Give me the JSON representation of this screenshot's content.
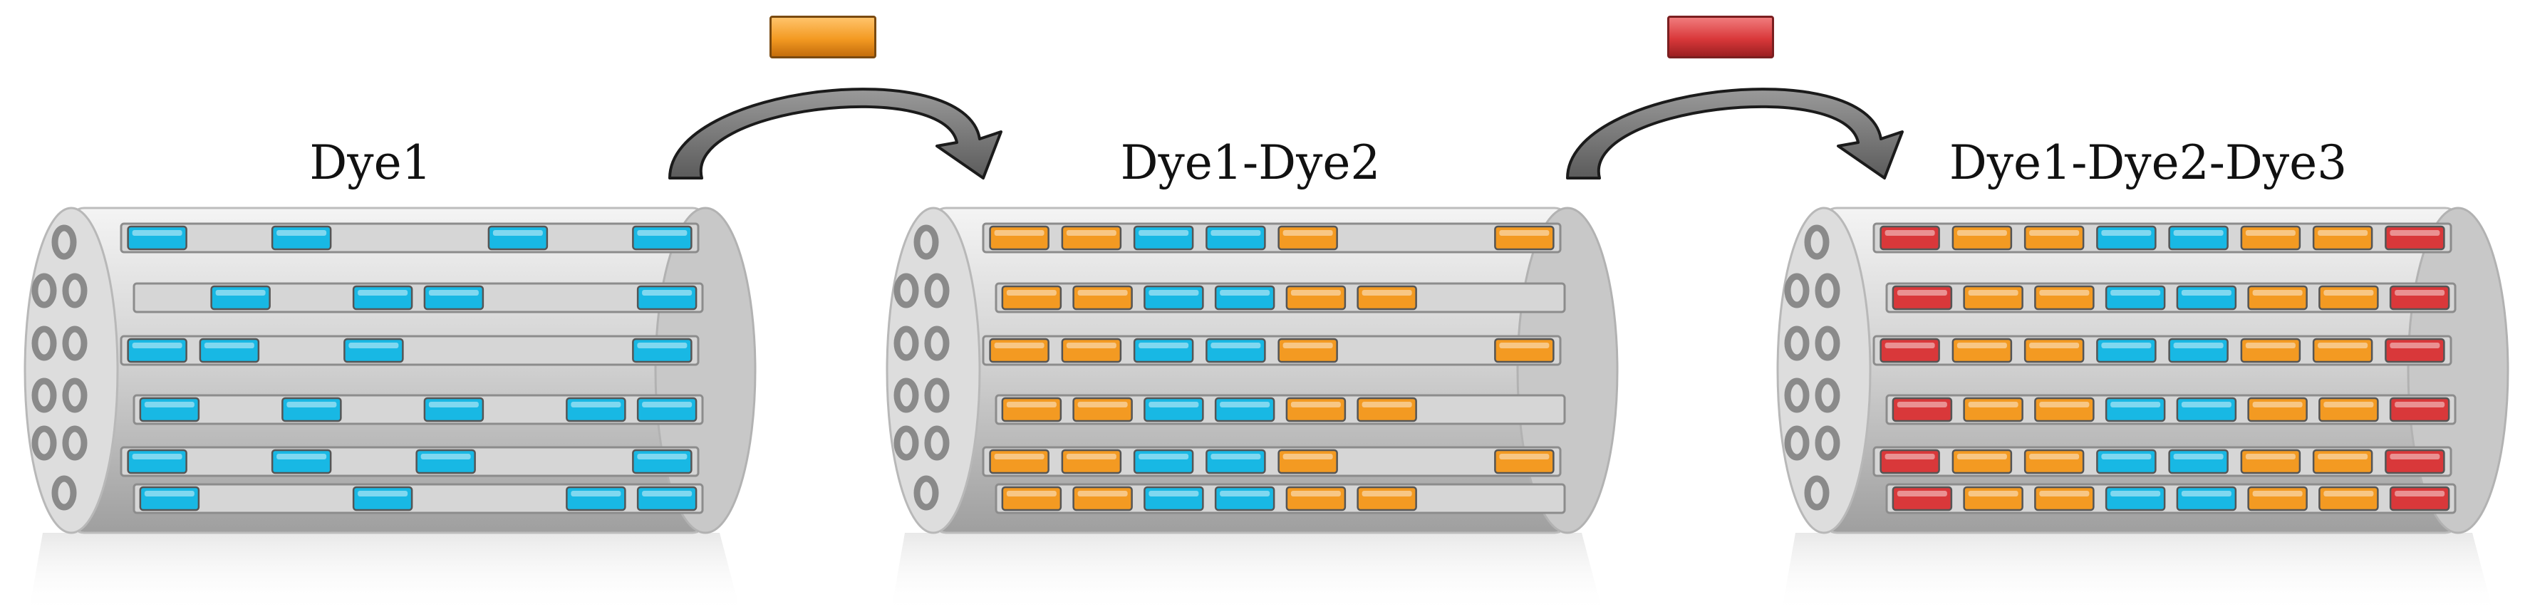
{
  "stages": [
    {
      "label": "Dye1",
      "rows": [
        [
          "c",
          "_",
          "c",
          "_",
          "_",
          "c",
          "_",
          "c"
        ],
        [
          "_",
          "c",
          "_",
          "c",
          "c",
          "_",
          "_",
          "c"
        ],
        [
          "c",
          "c",
          "_",
          "c",
          "_",
          "_",
          "_",
          "c"
        ],
        [
          "c",
          "_",
          "c",
          "_",
          "c",
          "_",
          "c",
          "c"
        ],
        [
          "c",
          "_",
          "c",
          "_",
          "c",
          "_",
          "_",
          "c"
        ],
        [
          "c",
          "_",
          "_",
          "c",
          "_",
          "_",
          "c",
          "c"
        ]
      ]
    },
    {
      "label": "Dye1-Dye2",
      "rows": [
        [
          "o",
          "o",
          "c",
          "c",
          "o",
          "_",
          "_",
          "o"
        ],
        [
          "o",
          "o",
          "c",
          "c",
          "o",
          "o",
          "_",
          "_"
        ],
        [
          "o",
          "o",
          "c",
          "c",
          "o",
          "_",
          "_",
          "o"
        ],
        [
          "o",
          "o",
          "c",
          "c",
          "o",
          "o",
          "_",
          "_"
        ],
        [
          "o",
          "o",
          "c",
          "c",
          "o",
          "_",
          "_",
          "o"
        ],
        [
          "o",
          "o",
          "c",
          "c",
          "o",
          "o",
          "_",
          "_"
        ]
      ]
    },
    {
      "label": "Dye1-Dye2-Dye3",
      "rows": [
        [
          "r",
          "o",
          "o",
          "c",
          "c",
          "o",
          "o",
          "r"
        ],
        [
          "r",
          "o",
          "o",
          "c",
          "c",
          "o",
          "o",
          "r"
        ],
        [
          "r",
          "o",
          "o",
          "c",
          "c",
          "o",
          "o",
          "r"
        ],
        [
          "r",
          "o",
          "o",
          "c",
          "c",
          "o",
          "o",
          "r"
        ],
        [
          "r",
          "o",
          "o",
          "c",
          "c",
          "o",
          "o",
          "r"
        ],
        [
          "r",
          "o",
          "o",
          "c",
          "c",
          "o",
          "o",
          "r"
        ]
      ]
    }
  ],
  "added_dyes": [
    {
      "name": "dye2",
      "color": "#f39a22"
    },
    {
      "name": "dye3",
      "color": "#d9383a"
    }
  ],
  "colors": {
    "c": "#18b8e4",
    "o": "#f39a22",
    "r": "#d9383a",
    "channel": "#d6d6d6",
    "cylinder": "#dcdcdc",
    "shadow": "#f1f1f1"
  }
}
